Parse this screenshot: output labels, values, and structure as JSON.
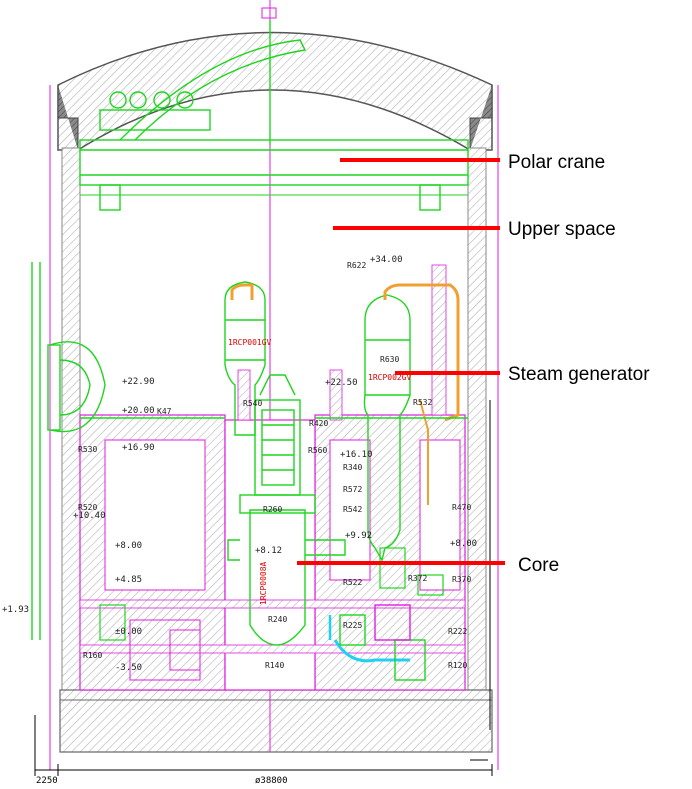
{
  "callouts": {
    "polar_crane": "Polar crane",
    "upper_space": "Upper space",
    "steam_generator": "Steam generator",
    "core": "Core"
  },
  "elevations": {
    "e34_00": "+34.00",
    "e22_90": "+22.90",
    "e22_50": "+22.50",
    "e20_00": "+20.00",
    "e16_90": "+16.90",
    "e16_10": "+16.10",
    "e10_40": "+10.40",
    "e9_92": "+9.92",
    "e8_00_left": "+8.00",
    "e8_00_right": "+8.00",
    "e8_12": "+8.12",
    "e4_85": "+4.85",
    "e1_93": "+1.93",
    "e0_00": "±0.00",
    "em3_50": "-3.50"
  },
  "rooms": {
    "r_k47": "K47",
    "r_r622": "R622",
    "r_r530": "R530",
    "r_r520": "R520",
    "r_r540": "R540",
    "r_r560": "R560",
    "r_r630": "R630",
    "r_r532": "R532",
    "r_r470": "R470",
    "r_r572": "R572",
    "r_r542": "R542",
    "r_r260": "R260",
    "r_r372": "R372",
    "r_r370": "R370",
    "r_r160": "R160",
    "r_r140": "R140",
    "r_r120": "R120",
    "r_r240": "R240",
    "r_r225": "R225",
    "r_r222": "R222",
    "r_r522": "R522",
    "r_r340": "R340",
    "r_r420": "R420"
  },
  "equipment": {
    "sg_left": "1RCP001GV",
    "sg_right": "1RCP002GV",
    "vessel": "1RCP0008A"
  },
  "dimensions": {
    "width_total": "ø38800",
    "left_offset": "2250"
  },
  "colors": {
    "green": "#1fd51f",
    "magenta": "#e01ce0",
    "orange": "#f0a030",
    "red": "#ff0000",
    "gray_hatch": "#9a9a9a",
    "cyan": "#20d0f0"
  }
}
